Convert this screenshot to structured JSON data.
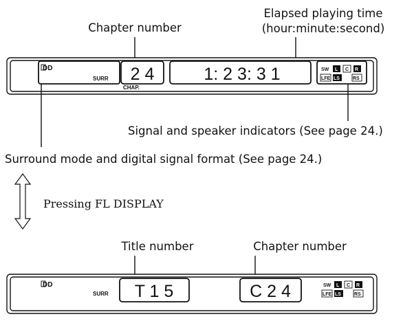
{
  "display1": {
    "labels": {
      "chapter_number": "Chapter number",
      "elapsed_line1": "Elapsed playing time",
      "elapsed_line2": "(hour:minute:second)",
      "signal_indicators": "Signal and speaker indicators (See page 24.)",
      "surround_format": "Surround mode and digital signal format (See page 24.)"
    },
    "panel": {
      "dolby_logo": "DD",
      "surr": "SURR",
      "chapter_digits": "2  4",
      "chap": "CHAP.",
      "time_digits": "1: 2  3: 3  1"
    }
  },
  "toggle": {
    "label": "Pressing FL DISPLAY"
  },
  "display2": {
    "labels": {
      "title_number": "Title number",
      "chapter_number": "Chapter number"
    },
    "panel": {
      "dolby_logo": "DD",
      "surr": "SURR",
      "title_digits": "T  1  5",
      "chapter_digits": "C  2  4"
    }
  },
  "indicators": {
    "sw": "SW",
    "l": "L",
    "c": "C",
    "r": "R",
    "lfe": "LFE",
    "ls": "LS",
    "rs": "RS"
  }
}
